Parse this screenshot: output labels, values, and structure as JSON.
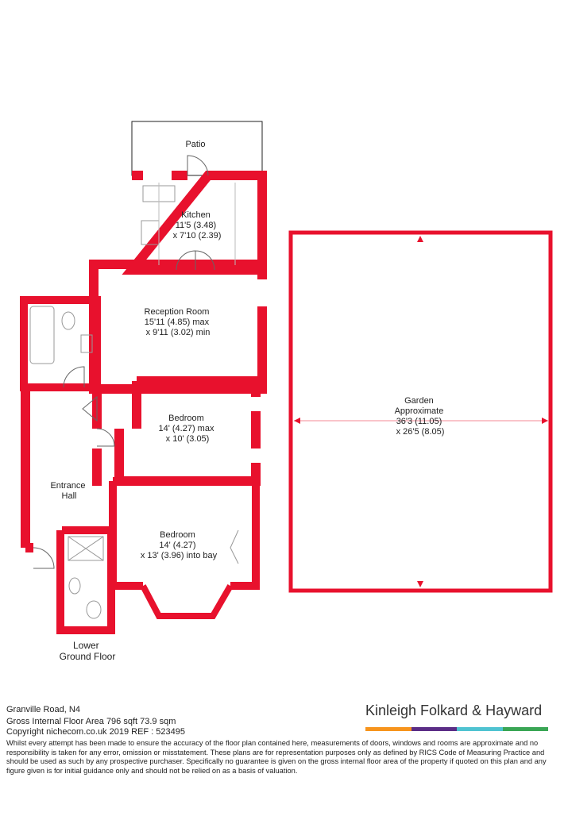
{
  "rooms": {
    "patio": [
      "Patio"
    ],
    "kitchen": [
      "Kitchen",
      "11'5 (3.48)",
      "x 7'10 (2.39)"
    ],
    "reception": [
      "Reception Room",
      "15'11 (4.85) max",
      "x 9'11 (3.02) min"
    ],
    "bedroom1": [
      "Bedroom",
      "14' (4.27) max",
      "x 10' (3.05)"
    ],
    "entrance": [
      "Entrance",
      "Hall"
    ],
    "bedroom2": [
      "Bedroom",
      "14' (4.27)",
      "x 13' (3.96) into bay"
    ],
    "garden": [
      "Garden",
      "Approximate",
      "36'3 (11.05)",
      "x 26'5 (8.05)"
    ],
    "floor": [
      "Lower",
      "Ground Floor"
    ]
  },
  "footer": {
    "address": "Granville Road, N4",
    "area": "Gross Internal Floor Area 796 sqft 73.9 sqm",
    "copyright": "Copyright nichecom.co.uk 2019 REF : 523495",
    "disclaimer": "Whilst every attempt has been made to ensure the accuracy of the floor plan contained here, measurements of doors, windows and rooms are approximate and no responsibility is taken for any error, omission or misstatement. These plans are for representation purposes only as defined by RICS Code of Measuring Practice and should be used as such by any prospective purchaser. Specifically no guarantee is given on the gross internal floor area of the property if quoted on this plan and any figure given is for initial guidance only and should not be relied on as a basis of valuation."
  },
  "brand": {
    "name": "Kinleigh Folkard & Hayward",
    "colors": [
      "#f7941d",
      "#5b2d86",
      "#4fc3d1",
      "#3aa655"
    ]
  },
  "colors": {
    "wall": "#e8112d",
    "fixture": "#999999"
  }
}
